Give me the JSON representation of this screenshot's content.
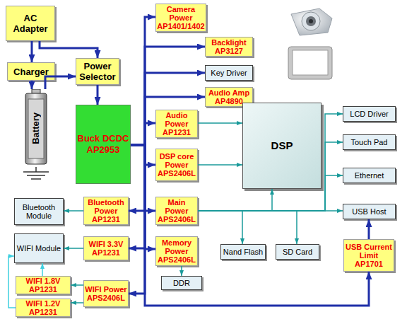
{
  "diagram": {
    "nodes": [
      {
        "text": [
          "AC Adapter"
        ]
      },
      {
        "text": [
          "Charger"
        ]
      },
      {
        "text": [
          "Power Selector"
        ]
      },
      {
        "text": [
          "Battery"
        ]
      },
      {
        "text": [
          "Buck DCDC",
          "AP2953"
        ]
      },
      {
        "text": [
          "Camera Power",
          "AP1401/1402"
        ]
      },
      {
        "text": [
          "Backlight",
          "AP3127"
        ]
      },
      {
        "text": [
          "Key Driver"
        ]
      },
      {
        "text": [
          "Audio Amp",
          "AP4890"
        ]
      },
      {
        "text": [
          "Audio Power",
          "AP1231"
        ]
      },
      {
        "text": [
          "DSP core Power",
          "APS2406L"
        ]
      },
      {
        "text": [
          "DSP"
        ]
      },
      {
        "text": [
          "LCD Driver"
        ]
      },
      {
        "text": [
          "Touch Pad"
        ]
      },
      {
        "text": [
          "Ethernet"
        ]
      },
      {
        "text": [
          "Bluetooth Module"
        ]
      },
      {
        "text": [
          "Bluetooth Power",
          "AP1231"
        ]
      },
      {
        "text": [
          "Main Power",
          "APS2406L"
        ]
      },
      {
        "text": [
          "USB Host"
        ]
      },
      {
        "text": [
          "WIFI Module"
        ]
      },
      {
        "text": [
          "WIFI 3.3V",
          "AP1231"
        ]
      },
      {
        "text": [
          "Memory Power",
          "APS2406L"
        ]
      },
      {
        "text": [
          "Nand Flash"
        ]
      },
      {
        "text": [
          "SD Card"
        ]
      },
      {
        "text": [
          "USB Current Limit",
          "AP1701"
        ]
      },
      {
        "text": [
          "DDR"
        ]
      },
      {
        "text": [
          "WIFI 1.8V",
          "AP1231"
        ]
      },
      {
        "text": [
          "WIFI Power",
          "APS2406L"
        ]
      },
      {
        "text": [
          "WIFI 1.2V",
          "AP1231"
        ]
      }
    ],
    "edges": [
      {
        "from": 0,
        "to": 1,
        "arrow": "to"
      },
      {
        "from": 0,
        "to": 2,
        "arrow": "to"
      },
      {
        "from": 1,
        "to": 3,
        "arrow": "to"
      },
      {
        "from": 3,
        "to": 2,
        "arrow": "to"
      },
      {
        "from": 2,
        "to": 4,
        "arrow": "to"
      },
      {
        "from": 4,
        "to": 5,
        "arrow": "to"
      },
      {
        "from": 4,
        "to": 6,
        "arrow": "to"
      },
      {
        "from": 4,
        "to": 7,
        "arrow": "to"
      },
      {
        "from": 4,
        "to": 8,
        "arrow": "to"
      },
      {
        "from": 4,
        "to": 9,
        "arrow": "to"
      },
      {
        "from": 4,
        "to": 10,
        "arrow": "to"
      },
      {
        "from": 4,
        "to": 17,
        "arrow": "to"
      },
      {
        "from": 4,
        "to": 16,
        "arrow": "to"
      },
      {
        "from": 4,
        "to": 20,
        "arrow": "to"
      },
      {
        "from": 4,
        "to": 21,
        "arrow": "to"
      },
      {
        "from": 4,
        "to": 27,
        "arrow": "to"
      },
      {
        "from": 4,
        "to": 24,
        "arrow": "to"
      },
      {
        "from": 9,
        "to": 11,
        "arrow": "to"
      },
      {
        "from": 10,
        "to": 11,
        "arrow": "to"
      },
      {
        "from": 17,
        "to": 11,
        "arrow": "to"
      },
      {
        "from": 17,
        "to": 22,
        "arrow": "to"
      },
      {
        "from": 17,
        "to": 23,
        "arrow": "to"
      },
      {
        "from": 17,
        "to": 12,
        "arrow": "to"
      },
      {
        "from": 17,
        "to": 13,
        "arrow": "to"
      },
      {
        "from": 17,
        "to": 14,
        "arrow": "to"
      },
      {
        "from": 17,
        "to": 18,
        "arrow": "to"
      },
      {
        "from": 21,
        "to": 25,
        "arrow": "to"
      },
      {
        "from": 16,
        "to": 15,
        "arrow": "to"
      },
      {
        "from": 20,
        "to": 19,
        "arrow": "to"
      },
      {
        "from": 27,
        "to": 26,
        "arrow": "to"
      },
      {
        "from": 27,
        "to": 28,
        "arrow": "to"
      },
      {
        "from": 26,
        "to": 19,
        "arrow": "to"
      },
      {
        "from": 28,
        "to": 19,
        "arrow": "to"
      },
      {
        "from": 24,
        "to": 18,
        "arrow": "to"
      }
    ]
  }
}
